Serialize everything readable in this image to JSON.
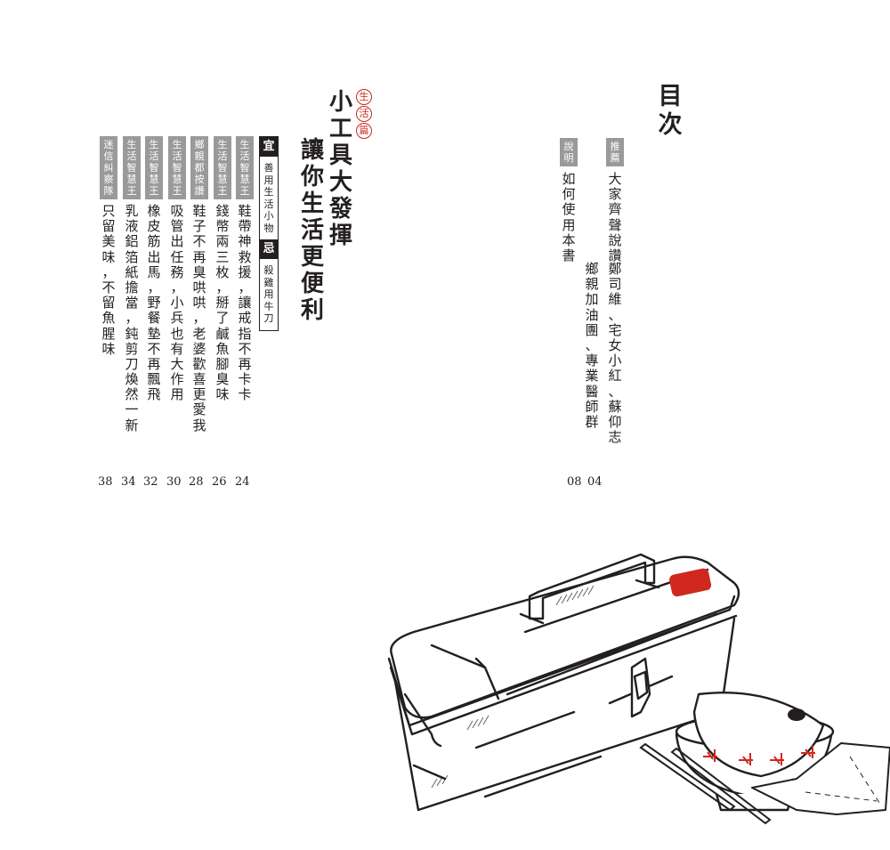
{
  "toc": {
    "title": "目次",
    "entries": [
      {
        "tag": "推薦",
        "lines": [
          "大家齊聲說讚",
          "鄭司維、宅女小紅、蘇仰志",
          "鄉親加油團、專業醫師群"
        ],
        "pages": "04"
      },
      {
        "tag": "說明",
        "lines": [
          "如何使用本書"
        ],
        "pages": "08"
      }
    ]
  },
  "chapter": {
    "seal": "生活篇",
    "title_line1": "小工具大發揮",
    "title_line2": "讓你生活更便利",
    "do_label": "宜",
    "do_text": "善用生活小物",
    "dont_label": "忌",
    "dont_text": "殺雞用牛刀",
    "entries": [
      {
        "tag": "生活智慧王",
        "text": "鞋帶神救援，讓戒指不再卡卡",
        "page": "24"
      },
      {
        "tag": "生活智慧王",
        "text": "錢幣兩三枚，掰了鹹魚腳臭味",
        "page": "26"
      },
      {
        "tag": "鄉親都按讚",
        "text": "鞋子不再臭哄哄，老婆歡喜更愛我",
        "page": "28"
      },
      {
        "tag": "生活智慧王",
        "text": "吸管出任務，小兵也有大作用",
        "page": "30"
      },
      {
        "tag": "生活智慧王",
        "text": "橡皮筋出馬，野餐墊不再飄飛",
        "page": "32"
      },
      {
        "tag": "生活智慧王",
        "text": "乳液鋁箔紙擔當，鈍剪刀煥然一新",
        "page": "34"
      },
      {
        "tag": "迷信糾察隊",
        "text": "只留美味，不留魚腥味",
        "page": "38"
      }
    ]
  },
  "illustration": {
    "subject": "toolbox-with-bowls-chopsticks-cloth",
    "accent_color": "#d0281e"
  }
}
